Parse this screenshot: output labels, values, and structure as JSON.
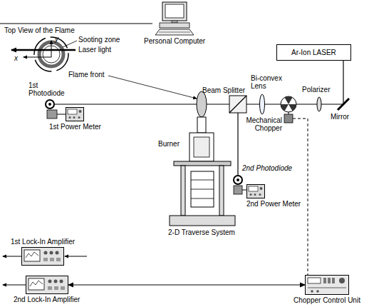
{
  "diagram": {
    "nodes": [
      {
        "text": [
          "Personal Computer"
        ]
      },
      {
        "text": [
          "Ar-Ion LASER"
        ]
      },
      {
        "text": [
          "1st Power Meter"
        ]
      },
      {
        "text": [
          "2nd Power Meter"
        ]
      },
      {
        "text": [
          "1st Lock-In Amplifier"
        ]
      },
      {
        "text": [
          "2nd Lock-In Amplifier"
        ]
      },
      {
        "text": [
          "Chopper Control Unit"
        ]
      }
    ],
    "edges": [
      {
        "from": 6,
        "to": 5,
        "arrow": "both"
      }
    ],
    "labels": [
      "Top View of the Flame",
      "y",
      "x",
      "Sooting zone",
      "Laser light",
      "Flame front",
      "Mirror",
      "Polarizer",
      "Mechanical Chopper",
      "Bi-convex Lens",
      "Beam Splitter",
      "1st Photodiode",
      "Burner",
      "2nd Photodiode",
      "2-D Traverse System"
    ]
  }
}
